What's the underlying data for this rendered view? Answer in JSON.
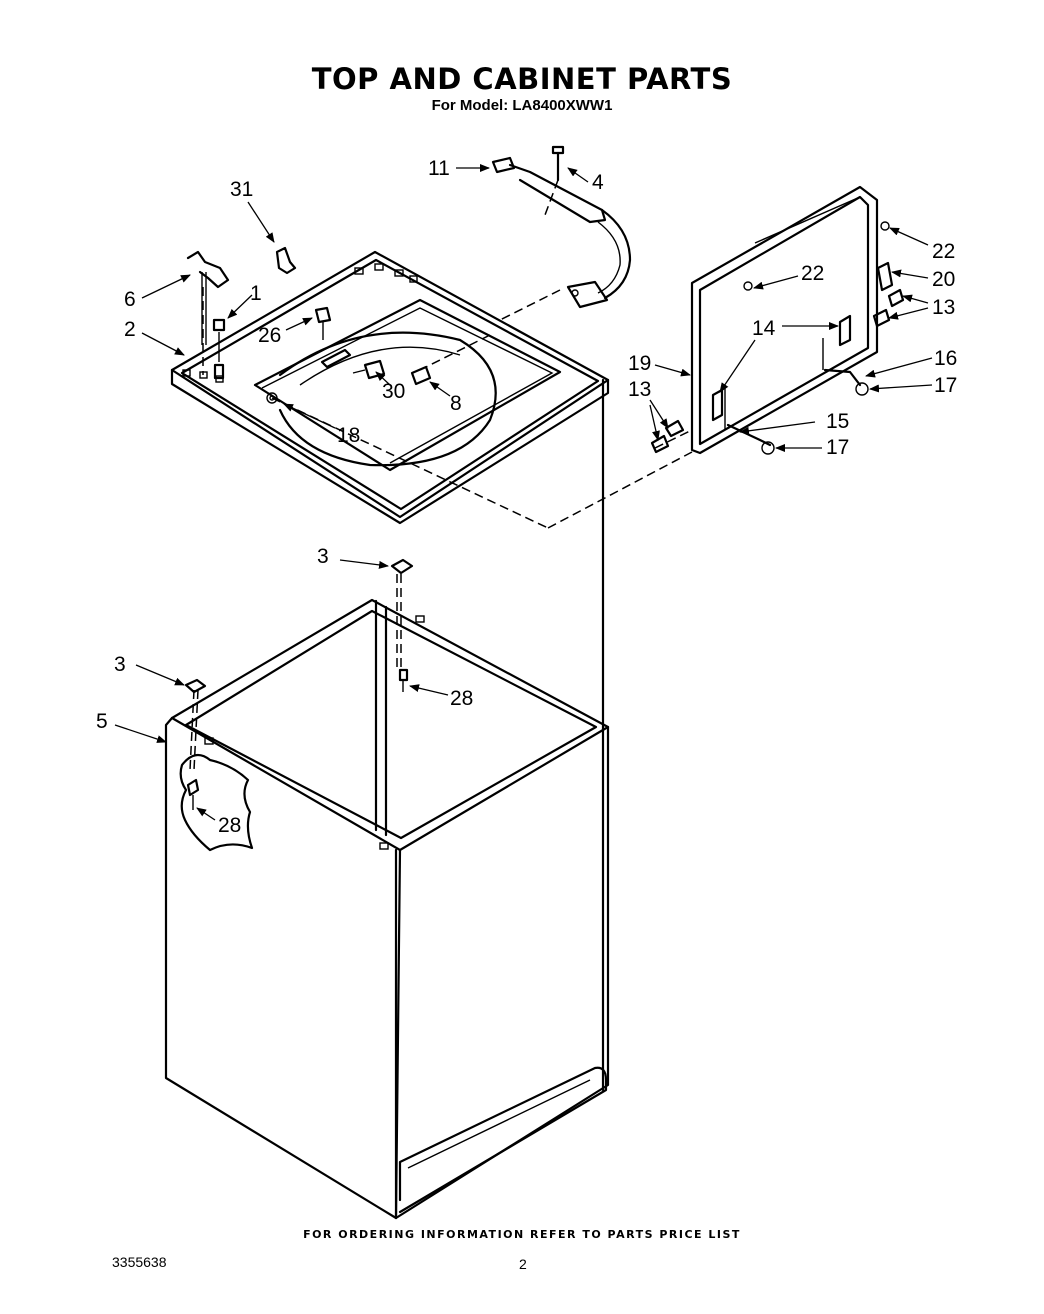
{
  "header": {
    "title": "TOP AND CABINET PARTS",
    "subtitle": "For Model: LA8400XWW1"
  },
  "footer": {
    "ordering_note": "FOR ORDERING INFORMATION REFER TO PARTS PRICE LIST",
    "document_number": "3355638",
    "page_number": "2"
  },
  "callouts": {
    "c1": "1",
    "c2": "2",
    "c3a": "3",
    "c3b": "3",
    "c4": "4",
    "c5": "5",
    "c6": "6",
    "c8": "8",
    "c11": "11",
    "c13a": "13",
    "c13b": "13",
    "c14": "14",
    "c15": "15",
    "c16": "16",
    "c17a": "17",
    "c17b": "17",
    "c18": "18",
    "c19": "19",
    "c20": "20",
    "c22a": "22",
    "c22b": "22",
    "c26": "26",
    "c28a": "28",
    "c28b": "28",
    "c30": "30",
    "c31": "31"
  }
}
